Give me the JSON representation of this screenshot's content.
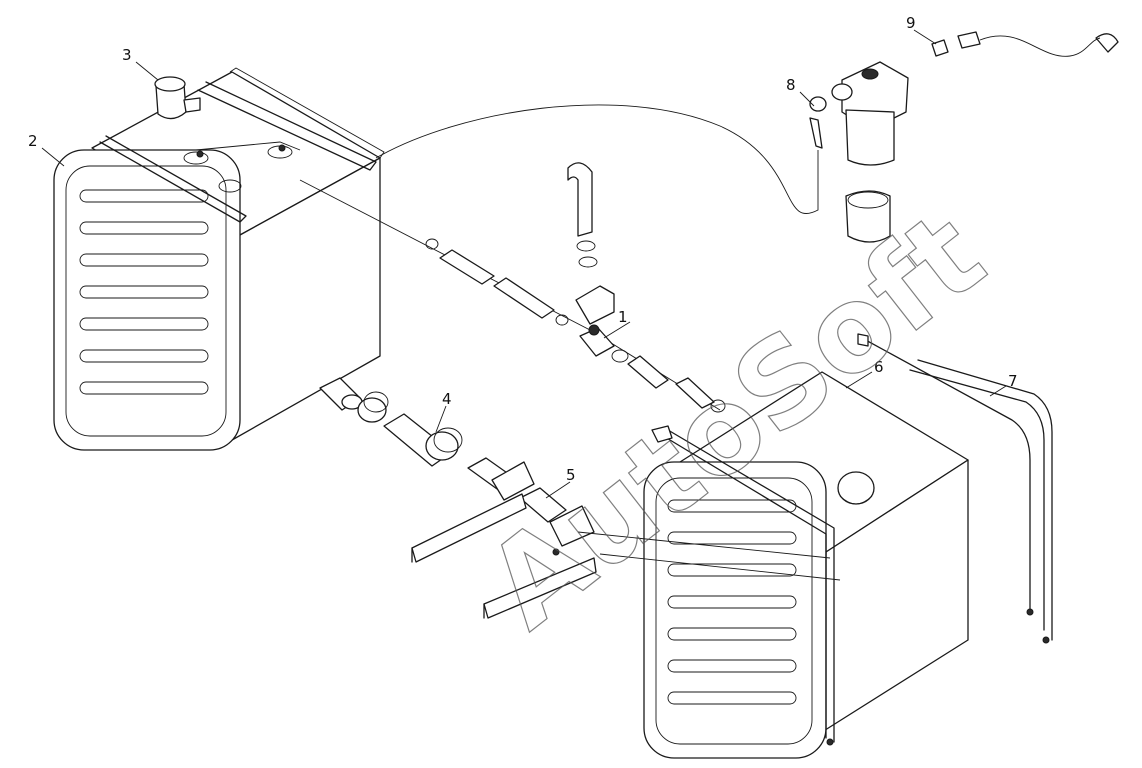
{
  "callouts": [
    {
      "id": "1",
      "label": "1"
    },
    {
      "id": "2",
      "label": "2"
    },
    {
      "id": "3",
      "label": "3"
    },
    {
      "id": "4",
      "label": "4"
    },
    {
      "id": "5",
      "label": "5"
    },
    {
      "id": "6",
      "label": "6"
    },
    {
      "id": "7",
      "label": "7"
    },
    {
      "id": "8",
      "label": "8"
    },
    {
      "id": "9",
      "label": "9"
    }
  ],
  "watermark": "AutoSoft",
  "colors": {
    "line": "#1a1a1a",
    "background": "#ffffff",
    "watermark": "#555555"
  }
}
